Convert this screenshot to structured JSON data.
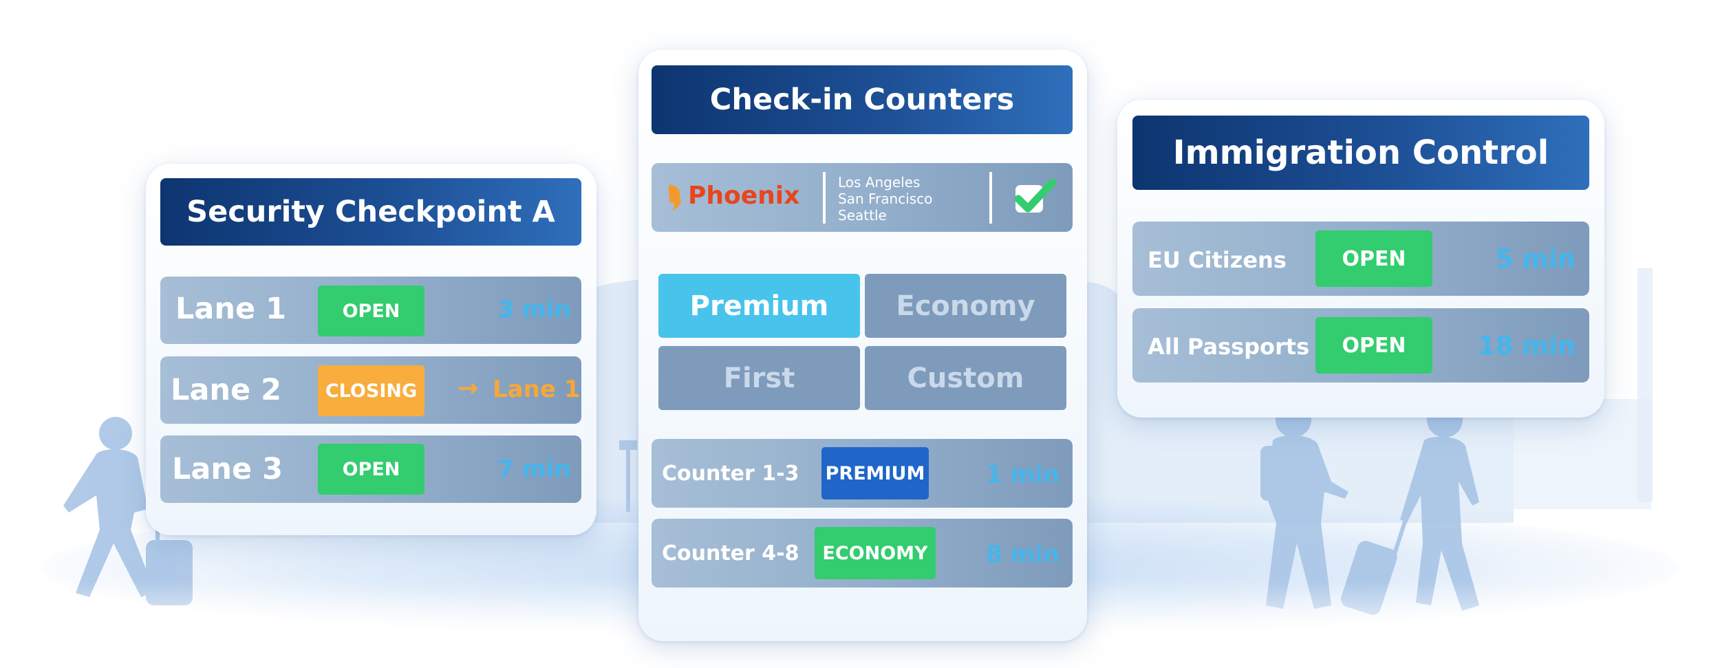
{
  "security": {
    "title": "Security Checkpoint A",
    "lanes": [
      {
        "name": "Lane 1",
        "status": "OPEN",
        "wait": "3 min"
      },
      {
        "name": "Lane 2",
        "status": "CLOSING",
        "redirect_arrow": "→",
        "redirect": "Lane 1"
      },
      {
        "name": "Lane 3",
        "status": "OPEN",
        "wait": "7 min"
      }
    ]
  },
  "checkin": {
    "title": "Check-in Counters",
    "airline": {
      "name": "Phoenix",
      "destinations": [
        "Los Angeles",
        "San Francisco",
        "Seattle"
      ],
      "checked": true
    },
    "classes": [
      {
        "label": "Premium",
        "active": true
      },
      {
        "label": "Economy",
        "active": false
      },
      {
        "label": "First",
        "active": false
      },
      {
        "label": "Custom",
        "active": false
      }
    ],
    "counters": [
      {
        "name": "Counter 1-3",
        "class_badge": "PREMIUM",
        "wait": "1 min"
      },
      {
        "name": "Counter 4-8",
        "class_badge": "ECONOMY",
        "wait": "8 min"
      }
    ]
  },
  "immigration": {
    "title": "Immigration Control",
    "queues": [
      {
        "name": "EU Citizens",
        "status": "OPEN",
        "wait": "5 min"
      },
      {
        "name": "All Passports",
        "status": "OPEN",
        "wait": "18 min"
      }
    ]
  },
  "colors": {
    "header_dark": "#0d3570",
    "header_light": "#2f6fbb",
    "open": "#33cc6f",
    "closing": "#f8ad3c",
    "premium_badge": "#1f66c8",
    "wait_text": "#44b6ec",
    "redirect_text": "#f7a73a",
    "active_tile": "#48c3ec",
    "airline_logo": "#e8451d",
    "check": "#33cc6f"
  }
}
